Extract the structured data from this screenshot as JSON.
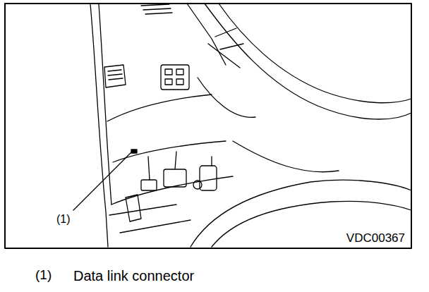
{
  "diagram": {
    "labels": [
      "(1)",
      "VDC00367",
      "(1)",
      "Data link connector"
    ]
  }
}
